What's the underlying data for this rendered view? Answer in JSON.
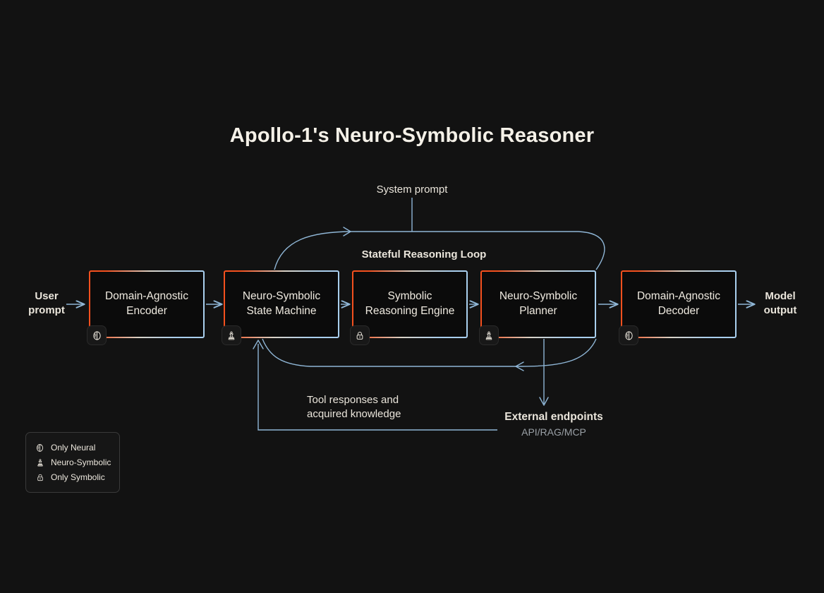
{
  "title": "Apollo-1's Neuro-Symbolic Reasoner",
  "colors": {
    "background": "#121212",
    "box_fill": "#0b0b0b",
    "accent_orange": "#f4501e",
    "accent_blue": "#a9cfee",
    "wire": "#8fb6d6",
    "text": "#f2eee6",
    "muted_text": "#9aa0a6"
  },
  "io": {
    "input_label": "User\nprompt",
    "output_label": "Model\noutput"
  },
  "nodes": [
    {
      "id": "encoder",
      "label": "Domain-Agnostic\nEncoder",
      "icon": "brain-icon",
      "icon_meaning": "Only Neural"
    },
    {
      "id": "state-machine",
      "label": "Neuro-Symbolic\nState Machine",
      "icon": "chess-piece-icon",
      "icon_meaning": "Neuro-Symbolic"
    },
    {
      "id": "reasoning",
      "label": "Symbolic\nReasoning Engine",
      "icon": "lock-icon",
      "icon_meaning": "Only Symbolic"
    },
    {
      "id": "planner",
      "label": "Neuro-Symbolic\nPlanner",
      "icon": "chess-piece-icon",
      "icon_meaning": "Neuro-Symbolic"
    },
    {
      "id": "decoder",
      "label": "Domain-Agnostic\nDecoder",
      "icon": "brain-icon",
      "icon_meaning": "Only Neural"
    }
  ],
  "annotations": {
    "system_prompt": "System prompt",
    "loop_label": "Stateful Reasoning Loop",
    "tool_responses": "Tool responses and\nacquired knowledge",
    "external_endpoints_title": "External endpoints",
    "external_endpoints_sub": "API/RAG/MCP"
  },
  "legend": {
    "items": [
      {
        "icon": "brain-icon",
        "label": "Only Neural"
      },
      {
        "icon": "chess-piece-icon",
        "label": "Neuro-Symbolic"
      },
      {
        "icon": "lock-icon",
        "label": "Only Symbolic"
      }
    ]
  }
}
